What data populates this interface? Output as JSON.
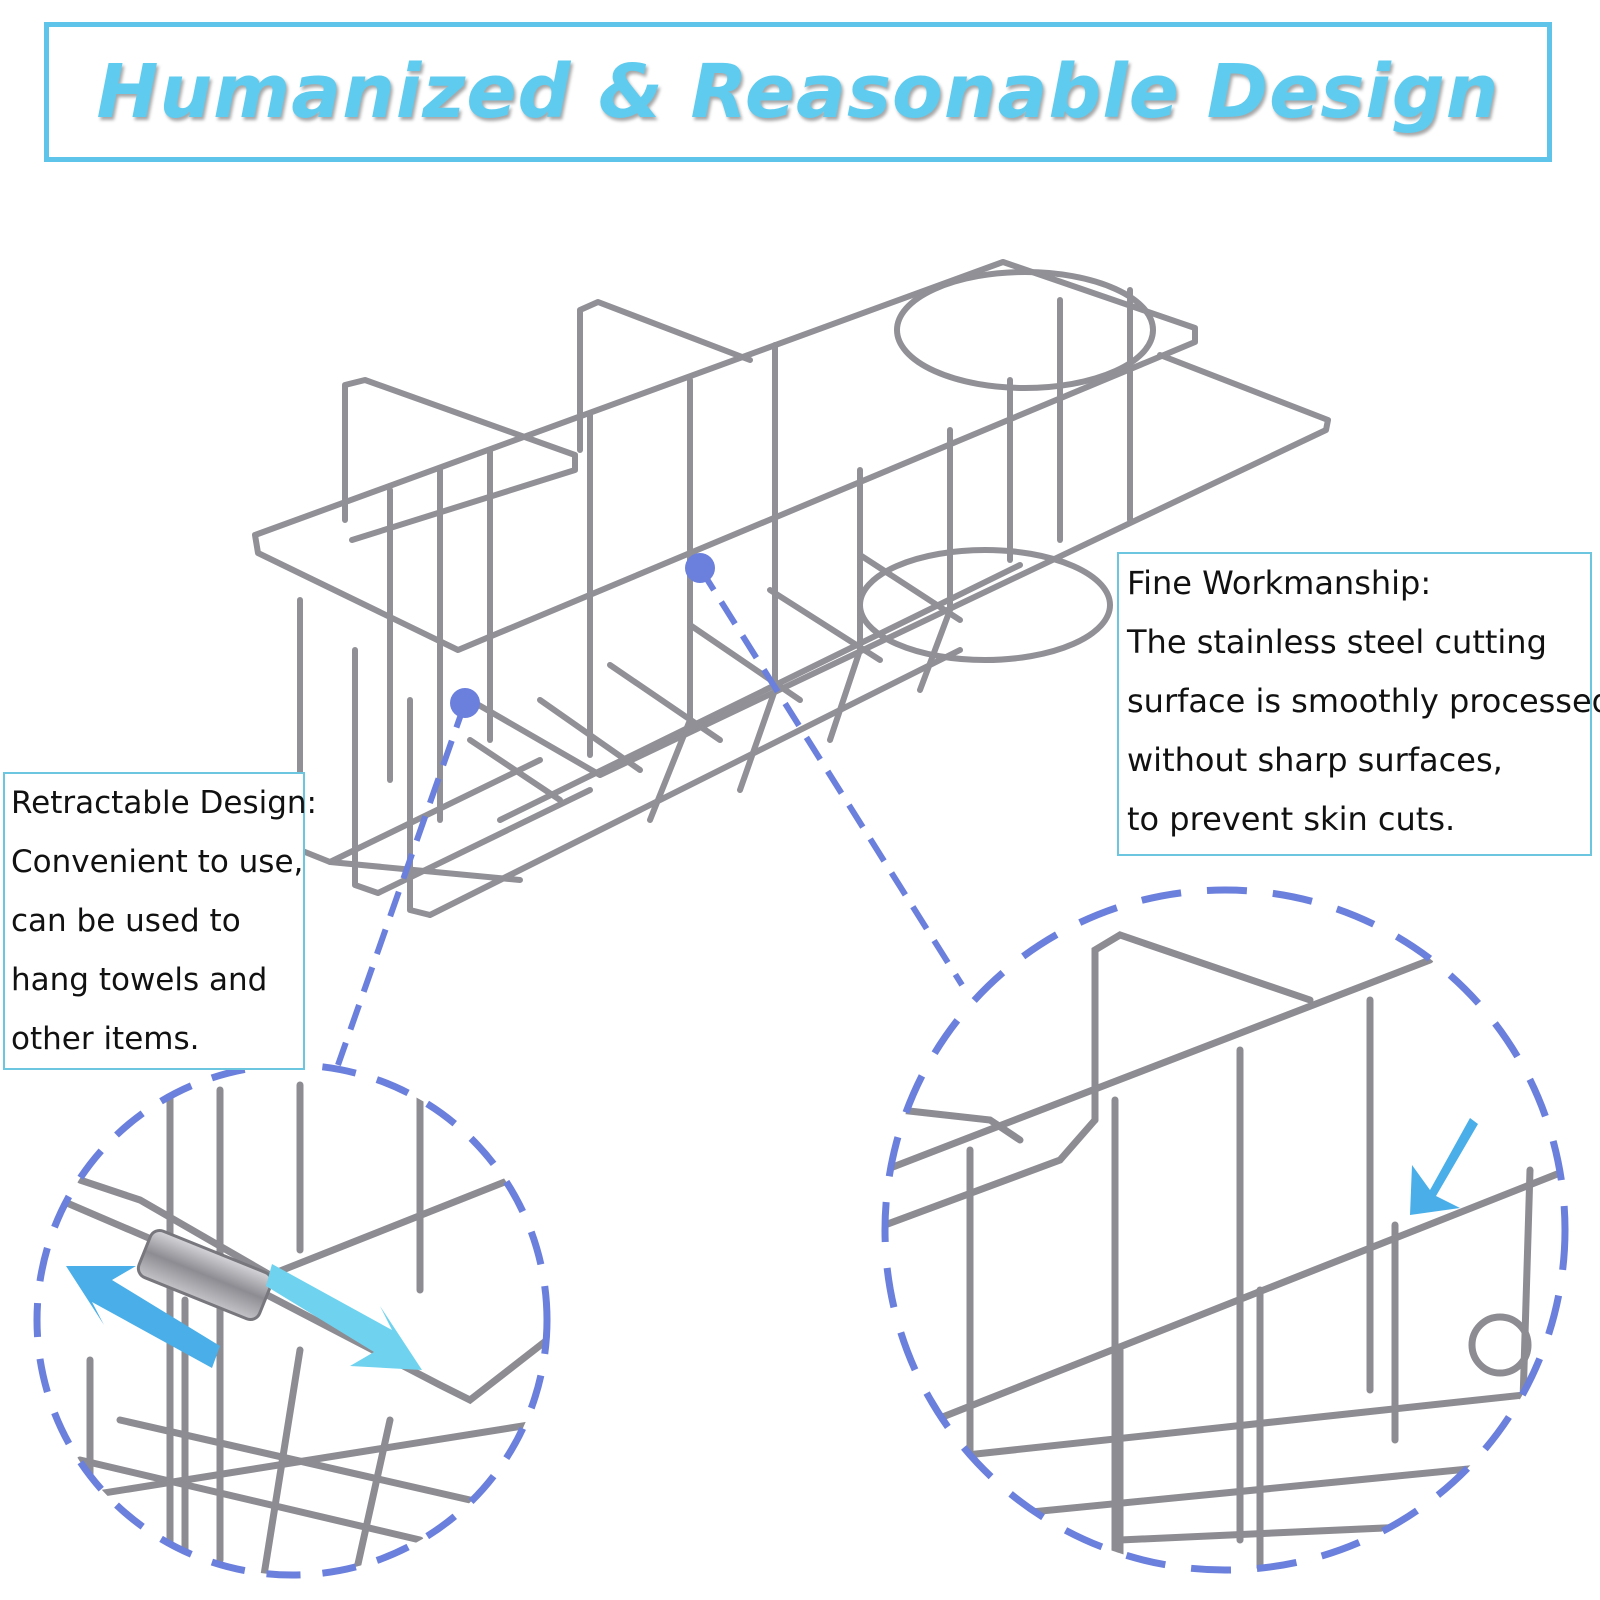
{
  "header": {
    "title": "Humanized & Reasonable Design"
  },
  "callouts": {
    "retractable": {
      "lines": [
        "Retractable Design:",
        "Convenient to use,",
        "can be used to",
        "hang towels and",
        "other items."
      ]
    },
    "workmanship": {
      "lines": [
        "Fine Workmanship:",
        "The stainless steel cutting",
        "surface is smoothly processed,",
        "without sharp surfaces,",
        "to prevent skin cuts."
      ]
    }
  },
  "colors": {
    "title": "#5ecbef",
    "frame": "#5fc4ea",
    "callout_border": "#6cc6df",
    "dashed": "#6b7fdc",
    "arrow": "#4aaee8",
    "steel": "#8c8c92"
  }
}
